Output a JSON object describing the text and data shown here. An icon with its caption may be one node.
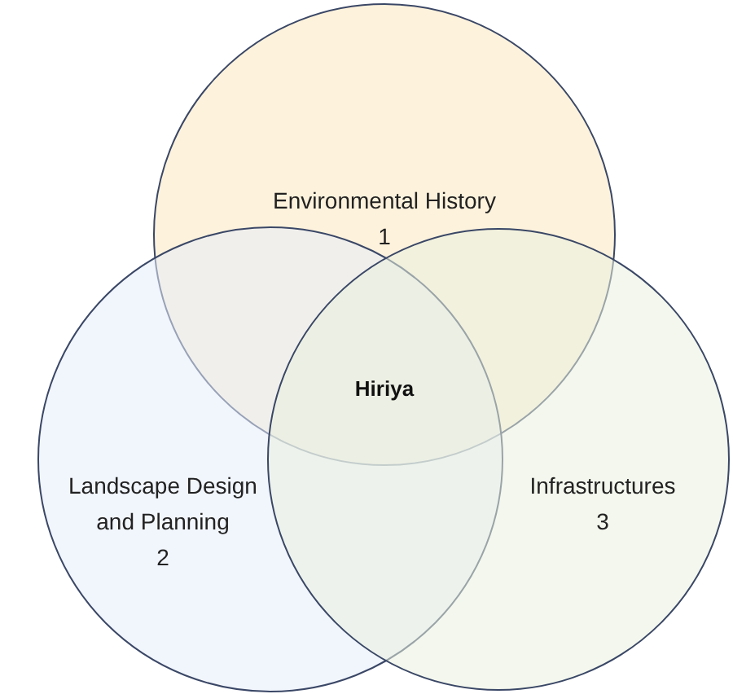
{
  "diagram": {
    "nodes": [
      {
        "text": [
          "Environmental History",
          "1"
        ]
      },
      {
        "text": [
          "Landscape Design and Planning",
          "2"
        ]
      },
      {
        "text": [
          "Infrastructures",
          "3"
        ]
      }
    ],
    "labels": [
      "Hiriya"
    ]
  }
}
